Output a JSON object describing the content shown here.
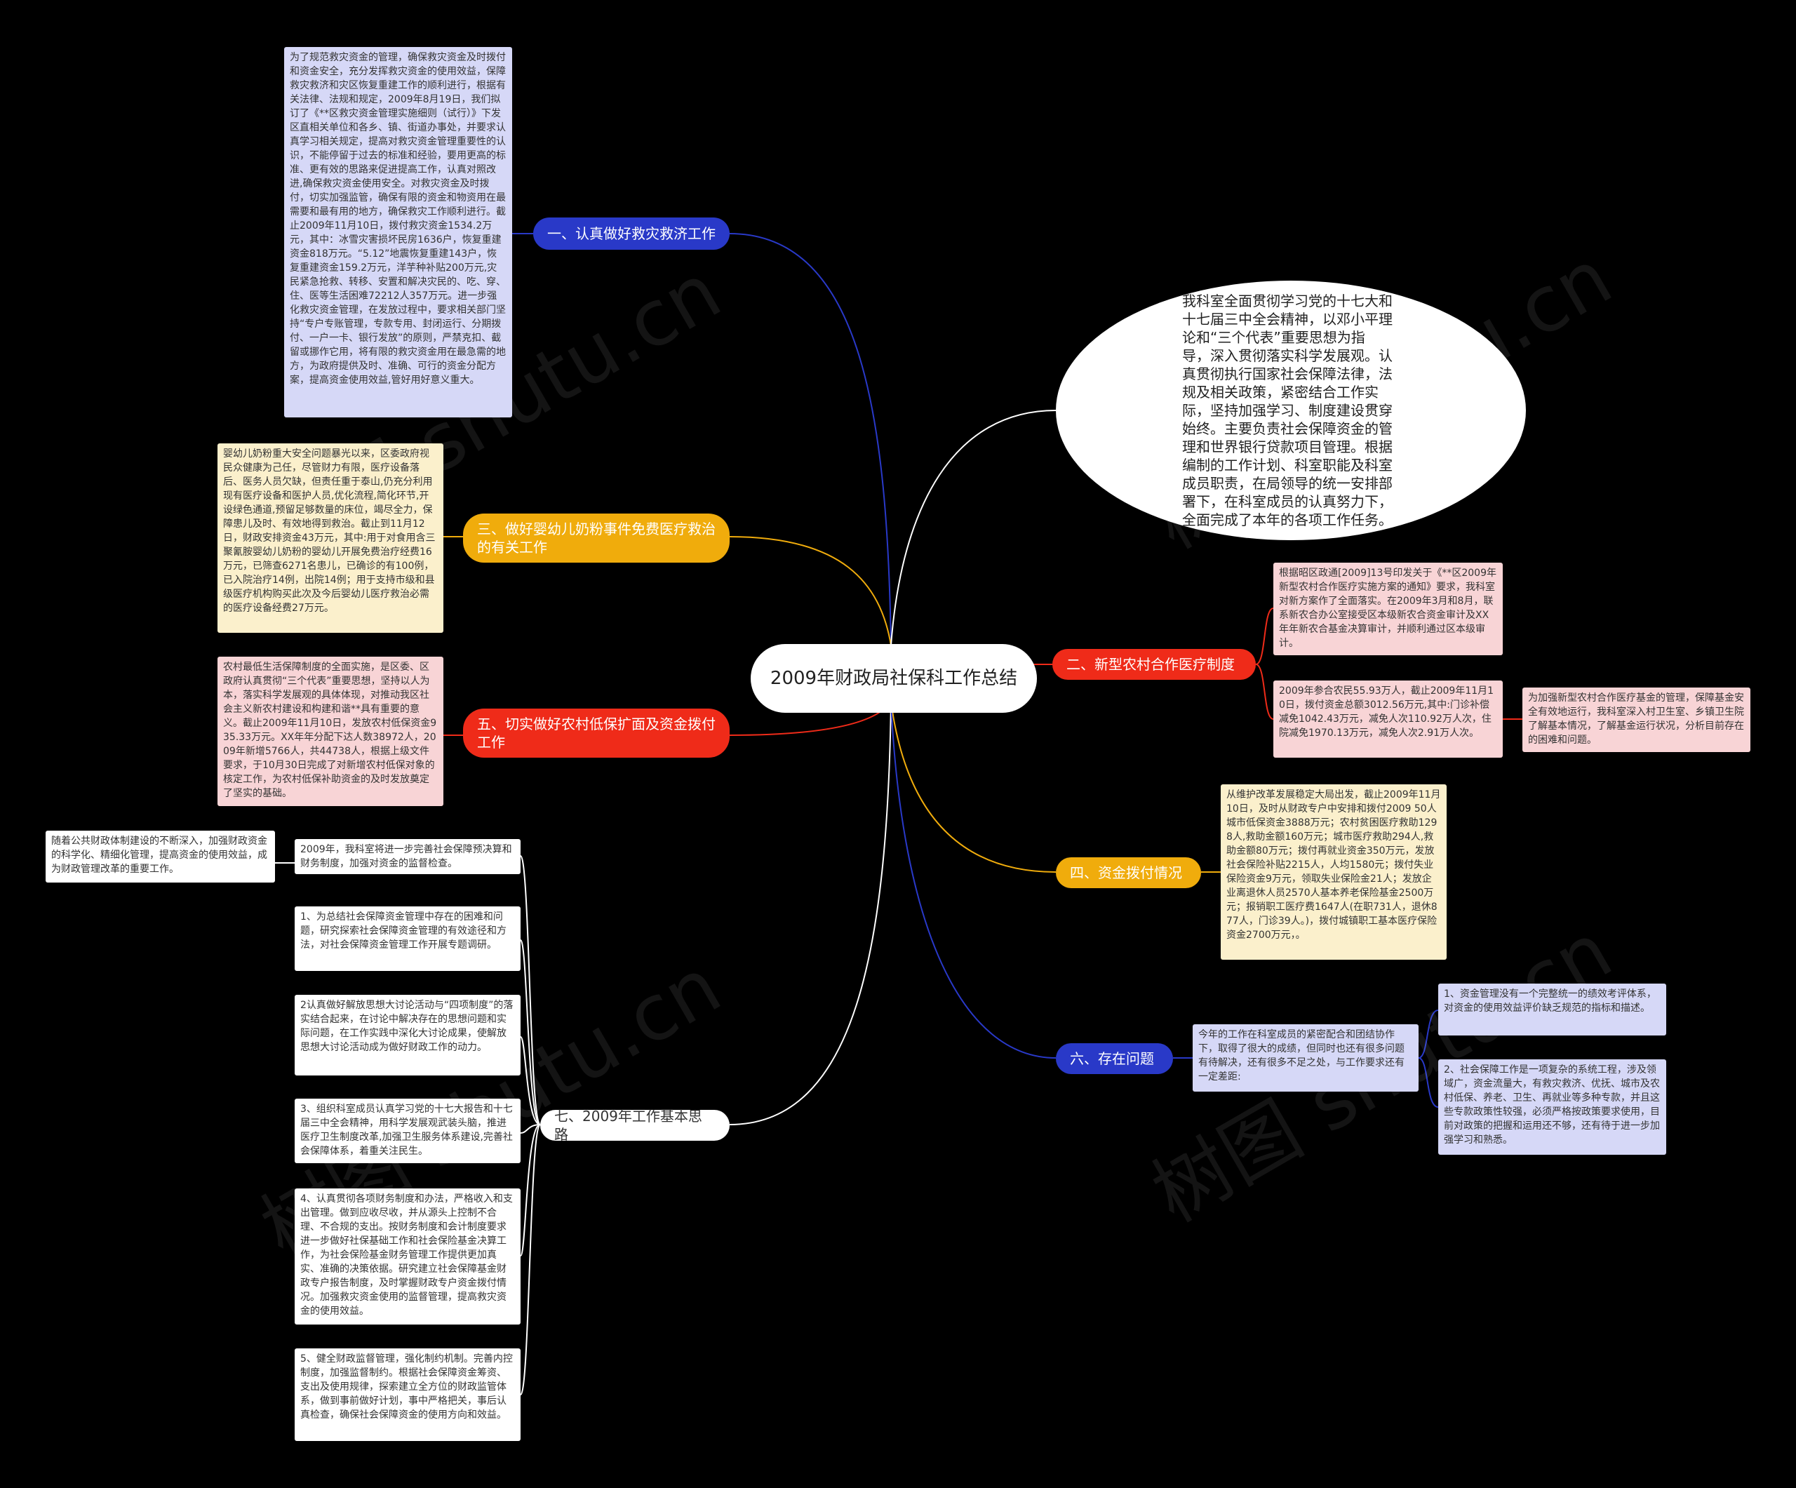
{
  "center": {
    "title": "2009年财政局社保科工作总结"
  },
  "intro": "我科室全面贯彻学习党的十七大和十七届三中全会精神，以邓小平理论和“三个代表”重要思想为指导，深入贯彻落实科学发展观。认真贯彻执行国家社会保障法律，法规及相关政策，紧密结合工作实际，坚持加强学习、制度建设贯穿始终。主要负责社会保障资金的管理和世界银行贷款项目管理。根据编制的工作计划、科室职能及科室成员职责，在局领导的统一安排部署下，在科室成员的认真努力下，全面完成了本年的各项工作任务。",
  "branches": {
    "b1": {
      "label": "一、认真做好救灾救济工作"
    },
    "b3": {
      "label": "三、做好婴幼儿奶粉事件免费医疗救治的有关工作"
    },
    "b5": {
      "label": "五、切实做好农村低保扩面及资金拨付工作"
    },
    "b7": {
      "label": "七、2009年工作基本思路"
    },
    "b2": {
      "label": "二、新型农村合作医疗制度"
    },
    "b4": {
      "label": "四、资金拨付情况"
    },
    "b6": {
      "label": "六、存在问题"
    }
  },
  "leaves": {
    "b1_text": "为了规范救灾资金的管理，确保救灾资金及时拨付和资金安全，充分发挥救灾资金的使用效益，保障救灾救济和灾区恢复重建工作的顺利进行，根据有关法律、法规和规定，2009年8月19日，我们拟订了《**区救灾资金管理实施细则（试行）》下发区直相关单位和各乡、镇、街道办事处，并要求认真学习相关规定，提高对救灾资金管理重要性的认识，不能停留于过去的标准和经验，要用更高的标准、更有效的思路来促进提高工作，认真对照改进,确保救灾资金使用安全。对救灾资金及时拨付，切实加强监管，确保有限的资金和物资用在最需要和最有用的地方，确保救灾工作顺利进行。截止2009年11月10日，拨付救灾资金1534.2万元，其中：冰雪灾害损坏民房1636户，恢复重建资金818万元。“5.12”地震恢复重建143户，恢复重建资金159.2万元，洋芋种补贴200万元,灾民紧急抢救、转移、安置和解决灾民的、吃、穿、住、医等生活困难72212人357万元。进一步强化救灾资金管理，在发放过程中，要求相关部门坚持“专户专账管理，专款专用、封闭运行、分期拨付、一户一卡、银行发放”的原则，严禁克扣、截留或挪作它用，将有限的救灾资金用在最急需的地方，为政府提供及时、准确、可行的资金分配方案，提高资金使用效益,管好用好意义重大。",
    "b3_text": "婴幼儿奶粉重大安全问题暴光以来，区委政府视民众健康为己任，尽管财力有限，医疗设备落后、医务人员欠缺，但责任重于泰山,仍充分利用现有医疗设备和医护人员,优化流程,简化环节,开设绿色通道,预留足够数量的床位，竭尽全力，保障患儿及时、有效地得到救治。截止到11月12日，财政安排资金43万元，其中:用于对食用含三聚氰胺婴幼儿奶粉的婴幼儿开展免费治疗经费16万元，已筛查6271名患儿，已确诊的有100例，已入院治疗14例，出院14例；用于支持市级和县级医疗机构购买此次及今后婴幼儿医疗救治必需的医疗设备经费27万元。",
    "b5_text": "农村最低生活保障制度的全面实施，是区委、区政府认真贯彻“三个代表”重要思想，坚持以人为本，落实科学发展观的具体体现，对推动我区社会主义新农村建设和构建和谐**具有重要的意义。截止2009年11月10日，发放农村低保资金935.33万元。XX年年分配下达人数38972人，2009年新增5766人，共44738人，根据上级文件要求，于10月30日完成了对新增农村低保对象的核定工作，为农村低保补助资金的及时发放奠定了坚实的基础。",
    "b7_a": "2009年，我科室将进一步完善社会保障预决算和财务制度，加强对资金的监督检查。",
    "b7_a_sub": "随着公共财政体制建设的不断深入，加强财政资金的科学化、精细化管理，提高资金的使用效益，成为财政管理改革的重要工作。",
    "b7_1": "1、为总结社会保障资金管理中存在的困难和问题，研究探索社会保障资金管理的有效途径和方法，对社会保障资金管理工作开展专题调研。",
    "b7_2": "2认真做好解放思想大讨论活动与“四项制度”的落实结合起来，在讨论中解决存在的思想问题和实际问题，在工作实践中深化大讨论成果，使解放思想大讨论活动成为做好财政工作的动力。",
    "b7_3": "3、组织科室成员认真学习党的十七大报告和十七届三中全会精神，用科学发展观武装头脑，推进医疗卫生制度改革,加强卫生服务体系建设,完善社会保障体系，着重关注民生。",
    "b7_4": "4、认真贯彻各项财务制度和办法，严格收入和支出管理。做到应收尽收，并从源头上控制不合理、不合规的支出。按财务制度和会计制度要求进一步做好社保基础工作和社会保险基金决算工作，为社会保险基金财务管理工作提供更加真实、准确的决策依据。研究建立社会保障基金财政专户报告制度，及时掌握财政专户资金拨付情况。加强救灾资金使用的监督管理，提高救灾资金的使用效益。",
    "b7_5": "5、健全财政监督管理，强化制约机制。完善内控制度，加强监督制约。根据社会保障资金筹资、支出及使用规律，探索建立全方位的财政监管体系，做到事前做好计划，事中严格把关，事后认真检查，确保社会保障资金的使用方向和效益。",
    "b2_a": "根据昭区政通[2009]13号印发关于《**区2009年新型农村合作医疗实施方案的通知》要求，我科室对新方案作了全面落实。在2009年3月和8月，联系新农合办公室接受区本级新农合资金审计及XX年年新农合基金决算审计，并顺利通过区本级审计。",
    "b2_b": "2009年参合农民55.93万人，截止2009年11月10日，拨付资金总额3012.56万元,其中:门诊补偿减免1042.43万元，减免人次110.92万人次，住院减免1970.13万元，减免人次2.91万人次。",
    "b2_b_sub": "为加强新型农村合作医疗基金的管理，保障基金安全有效地运行，我科室深入村卫生室、乡镇卫生院了解基本情况，了解基金运行状况，分析目前存在的困难和问题。",
    "b4_text": "从维护改革发展稳定大局出发，截止2009年11月10日，及时从财政专户中安排和拨付2009 50人城市低保资金3888万元；农村贫困医疗救助1298人,救助金额160万元；城市医疗救助294人,救助金额80万元；拨付再就业资金350万元，发放社会保险补贴2215人，人均1580元；拨付失业保险资金9万元，领取失业保险金21人；发放企业离退休人员2570人基本养老保险基金2500万元；报销职工医疗费1647人(在职731人，退休877人，门诊39人。)，拨付城镇职工基本医疗保险资金2700万元，。",
    "b6_text": "今年的工作在科室成员的紧密配合和团结协作下，取得了很大的成绩，但同时也还有很多问题有待解决，还有很多不足之处，与工作要求还有一定差距:",
    "b6_1": "1、资金管理没有一个完整统一的绩效考评体系，对资金的使用效益评价缺乏规范的指标和描述。",
    "b6_2": "2、社会保障工作是一项复杂的系统工程，涉及领域广，资金流量大，有救灾救济、优抚、城市及农村低保、养老、卫生、再就业等多种专款，并且这些专款政策性较强，必须严格按政策要求使用，目前对政策的把握和运用还不够，还有待于进一步加强学习和熟悉。"
  },
  "watermark": "树图 shutu.cn",
  "colors": {
    "blue": "#2939c8",
    "yellow": "#f0ac0c",
    "red": "#ef2b19",
    "white": "#ffffff",
    "background": "#000000"
  }
}
